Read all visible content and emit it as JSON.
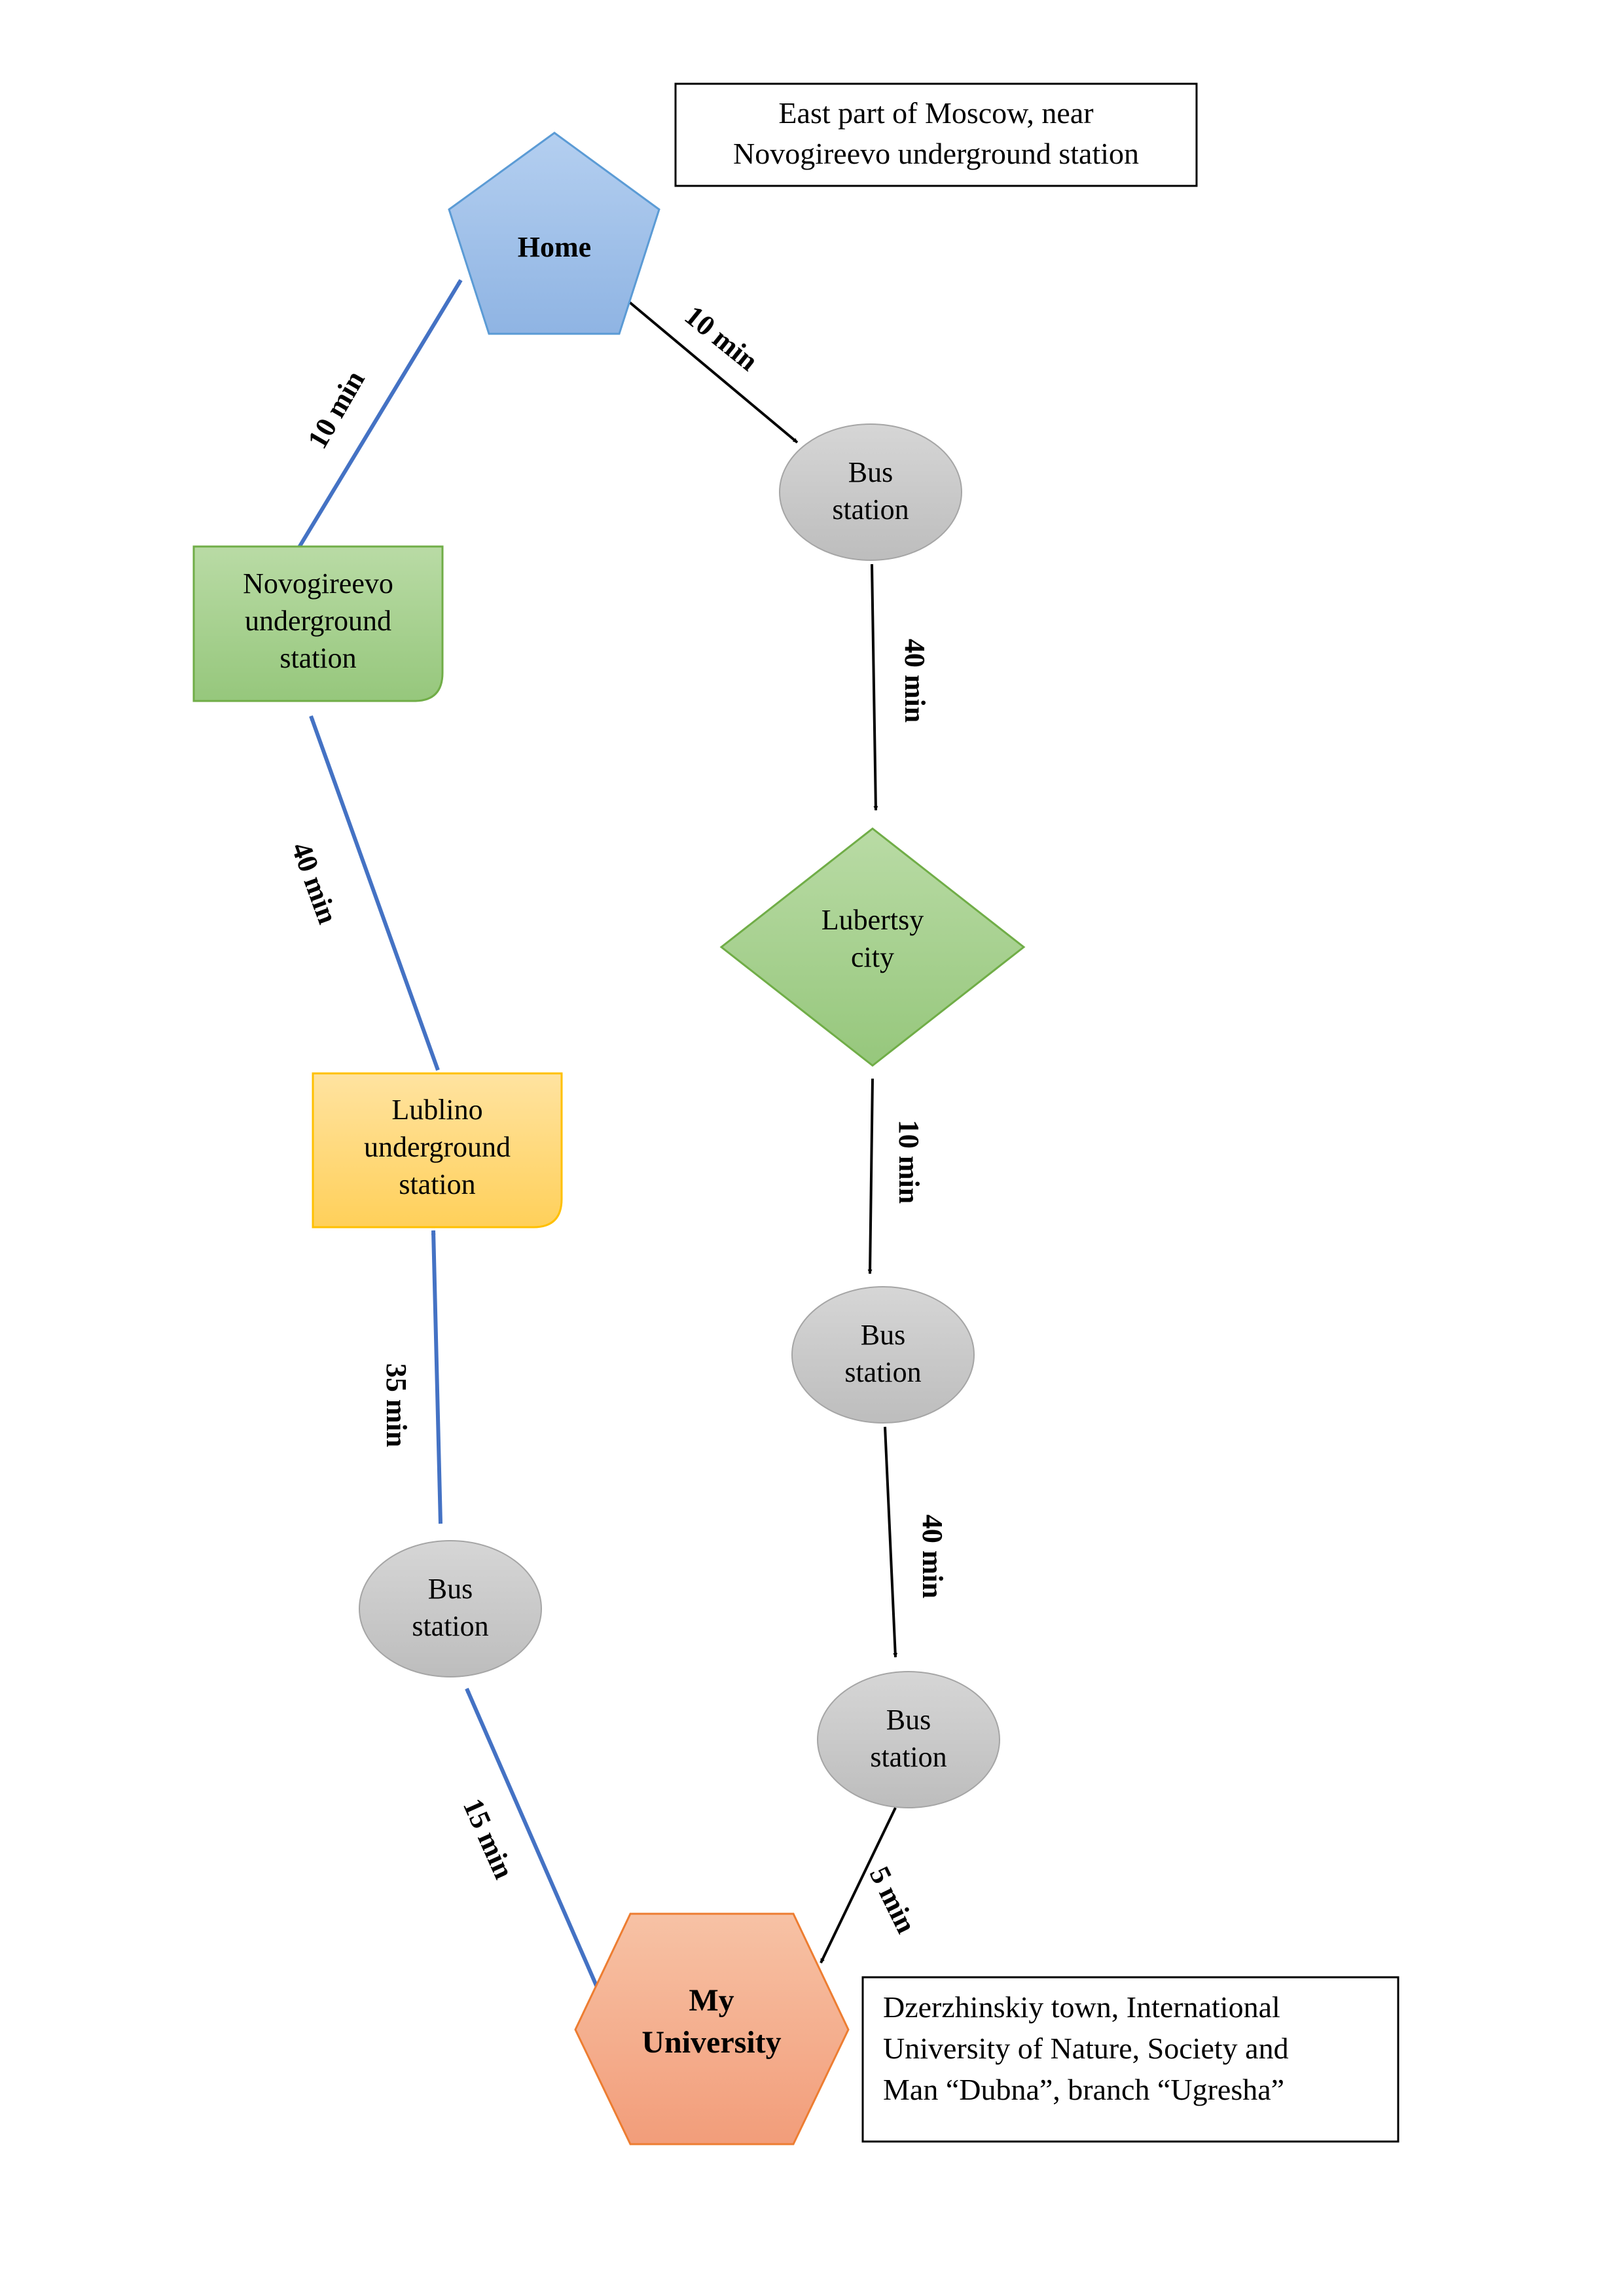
{
  "nodes": {
    "home": {
      "label": "Home"
    },
    "bus_station_1": {
      "lines": [
        "Bus",
        "station"
      ]
    },
    "lubertsy_city": {
      "lines": [
        "Lubertsy",
        "city"
      ]
    },
    "bus_station_2": {
      "lines": [
        "Bus",
        "station"
      ]
    },
    "bus_station_3": {
      "lines": [
        "Bus",
        "station"
      ]
    },
    "university": {
      "lines": [
        "My",
        "University"
      ]
    },
    "bus_station_4": {
      "lines": [
        "Bus",
        "station"
      ]
    },
    "lublino_station": {
      "lines": [
        "Lublino",
        "underground",
        "station"
      ]
    },
    "novogireevo_station": {
      "lines": [
        "Novogireevo",
        "underground",
        "station"
      ]
    }
  },
  "notes": {
    "home_note": {
      "lines": [
        "East part of Moscow, near",
        "Novogireevo underground station"
      ]
    },
    "university_note": {
      "lines": [
        "Dzerzhinskiy town, International",
        "University of Nature, Society and",
        "Man “Dubna”, branch “Ugresha”"
      ]
    }
  },
  "edges": {
    "home_to_bus1": "10 min",
    "bus1_to_lubertsy": "40 min",
    "lubertsy_to_bus2": "10 min",
    "bus2_to_bus3": "40 min",
    "bus3_to_university": "5 min",
    "university_to_bus4": "15 min",
    "bus4_to_lublino": "35 min",
    "lublino_to_novogireevo": "40 min",
    "novogireevo_to_home": "10 min"
  },
  "colors": {
    "outbound_route": "#000000",
    "return_route": "#4472C4",
    "home_fill": "#9DC3E6",
    "bus_station_fill": "#C9C9C9",
    "lubertsy_fill": "#A9D18E",
    "novogireevo_fill": "#A9D18E",
    "lublino_fill": "#FFD966",
    "university_fill": "#F4B183"
  }
}
